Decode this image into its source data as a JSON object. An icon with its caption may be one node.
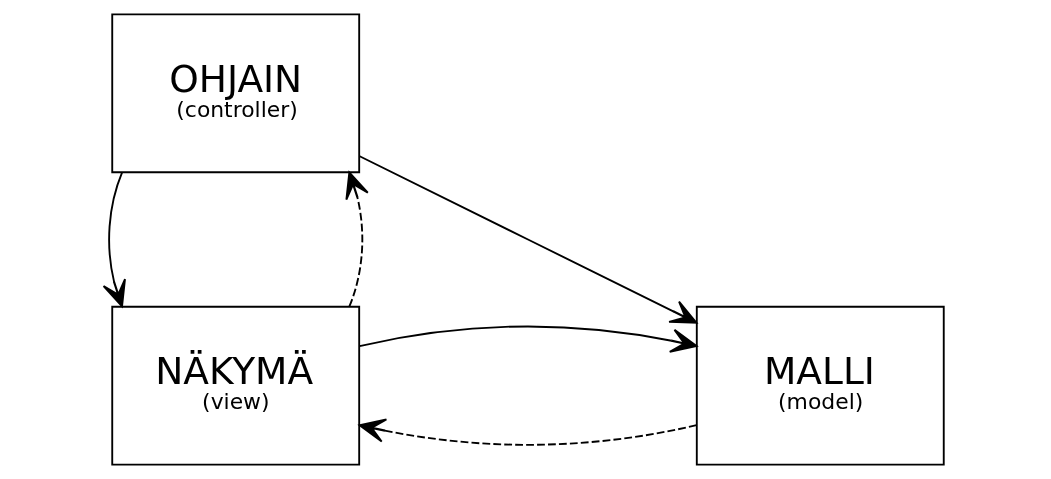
{
  "diagram": {
    "nodes": [
      {
        "text": [
          "OHJAIN",
          "(controller)"
        ]
      },
      {
        "text": [
          "NÄKYMÄ",
          "(view)"
        ]
      },
      {
        "text": [
          "MALLI",
          "(model)"
        ]
      }
    ],
    "edges": [
      {
        "from": 1,
        "to": 0,
        "arrow": "to",
        "style": "dashed"
      },
      {
        "from": 0,
        "to": 1,
        "arrow": "to"
      },
      {
        "from": 0,
        "to": 2,
        "arrow": "to"
      },
      {
        "from": 2,
        "to": 1,
        "arrow": "to",
        "style": "dashed"
      },
      {
        "from": 1,
        "to": 2,
        "arrow": "to"
      }
    ]
  }
}
